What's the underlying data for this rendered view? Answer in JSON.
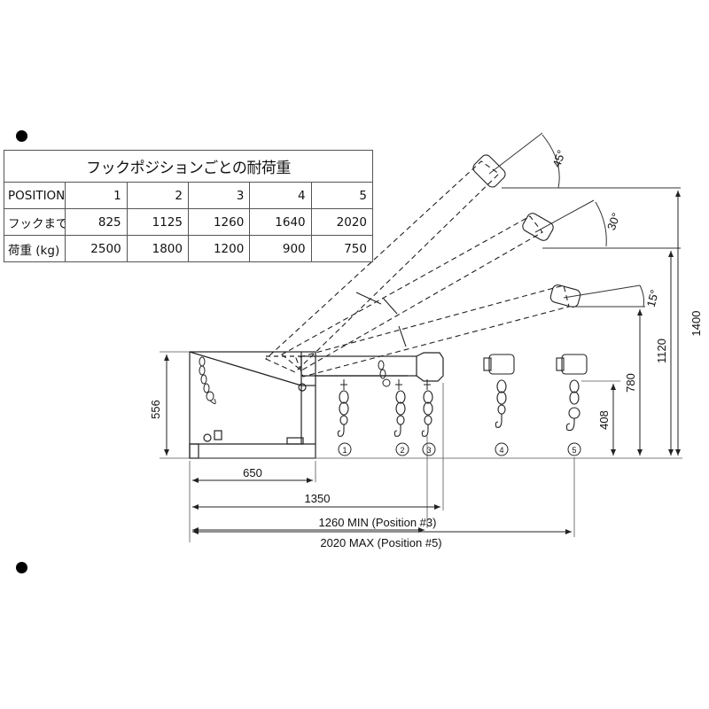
{
  "table": {
    "caption": "フックポジションごとの耐荷重",
    "rows": [
      {
        "label": "POSITION",
        "cells": [
          "1",
          "2",
          "3",
          "4",
          "5"
        ]
      },
      {
        "label": "フックまでの距離(mm)",
        "cells": [
          "825",
          "1125",
          "1260",
          "1640",
          "2020"
        ]
      },
      {
        "label": "荷重 (kg)",
        "cells": [
          "2500",
          "1800",
          "1200",
          "900",
          "750"
        ]
      }
    ]
  },
  "diagram": {
    "angles": [
      "45°",
      "30°",
      "15°"
    ],
    "vertical_dims": {
      "base_height": "556",
      "hook5_height": "408",
      "h15": "780",
      "h30": "1120",
      "h45": "1400"
    },
    "horizontal_dims": {
      "base_width": "650",
      "boom_length": "1350",
      "min": "1260 MIN (Position #3)",
      "max": "2020 MAX (Position #5)"
    },
    "hook_numbers": [
      "1",
      "2",
      "3",
      "4",
      "5"
    ]
  }
}
